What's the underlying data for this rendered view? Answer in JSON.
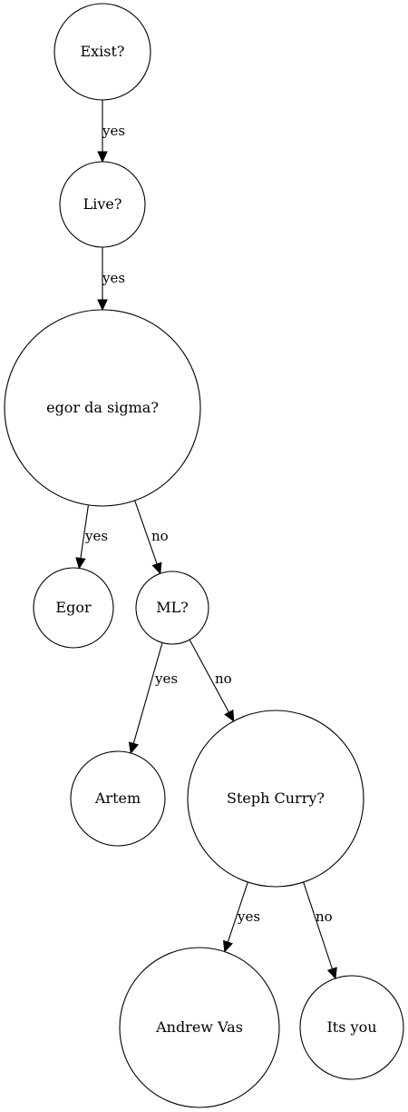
{
  "nodes": {
    "exist": {
      "label": "Exist?"
    },
    "live": {
      "label": "Live?"
    },
    "egor_sigma": {
      "label": "egor da sigma?"
    },
    "egor": {
      "label": "Egor"
    },
    "ml": {
      "label": "ML?"
    },
    "artem": {
      "label": "Artem"
    },
    "steph": {
      "label": "Steph Curry?"
    },
    "andrew": {
      "label": "Andrew Vas"
    },
    "its_you": {
      "label": "Its you"
    }
  },
  "edges": [
    {
      "from": "exist",
      "to": "live",
      "label": "yes"
    },
    {
      "from": "live",
      "to": "egor_sigma",
      "label": "yes"
    },
    {
      "from": "egor_sigma",
      "to": "egor",
      "label": "yes"
    },
    {
      "from": "egor_sigma",
      "to": "ml",
      "label": "no"
    },
    {
      "from": "ml",
      "to": "artem",
      "label": "yes"
    },
    {
      "from": "ml",
      "to": "steph",
      "label": "no"
    },
    {
      "from": "steph",
      "to": "andrew",
      "label": "yes"
    },
    {
      "from": "steph",
      "to": "its_you",
      "label": "no"
    }
  ]
}
